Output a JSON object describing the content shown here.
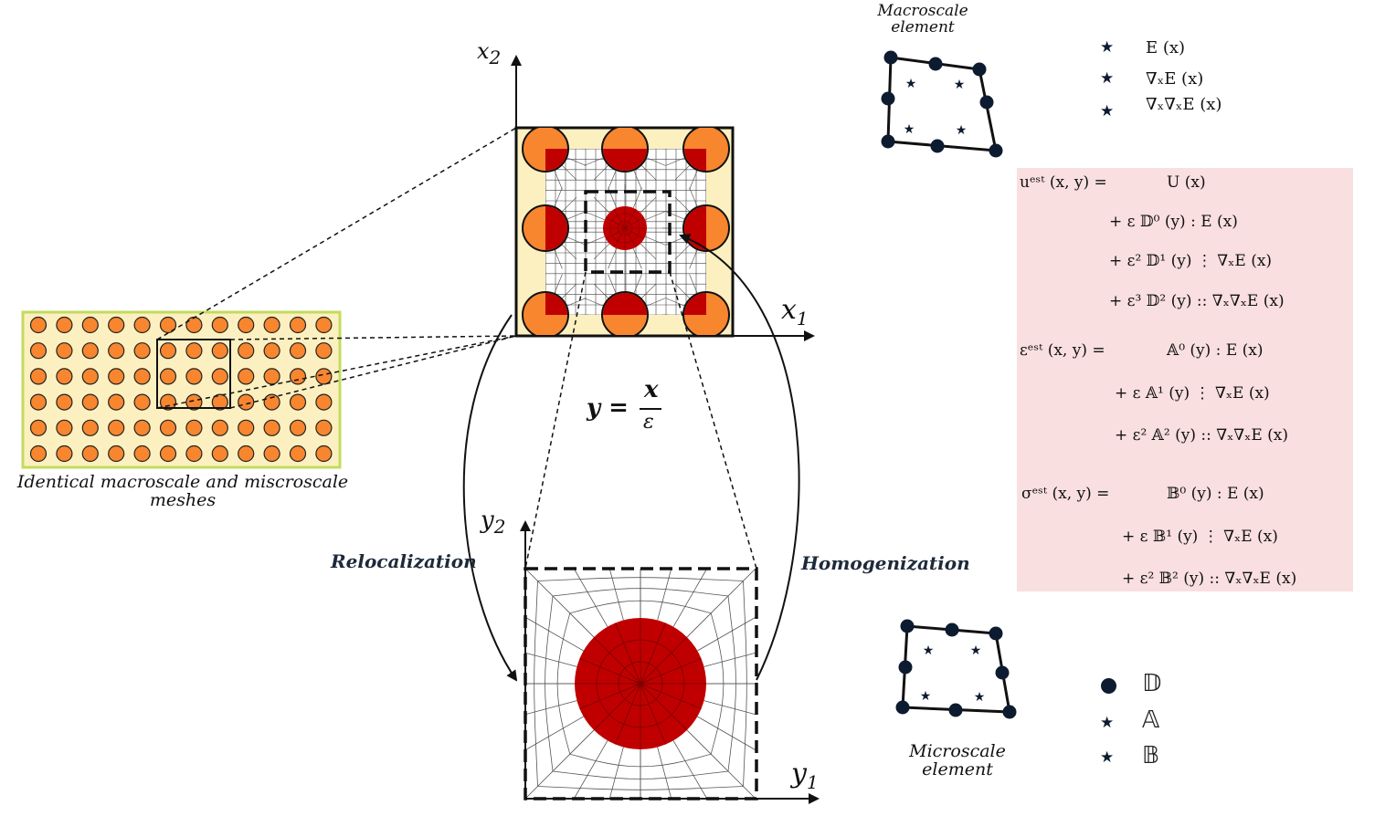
{
  "labels": {
    "left_caption_line1": "Identical macroscale and miscroscale",
    "left_caption_line2": "meshes",
    "macro_element_line1": "Macroscale",
    "macro_element_line2": "element",
    "micro_element_line1": "Microscale",
    "micro_element_line2": "element",
    "relocalization": "Relocalization",
    "homogenization": "Homogenization",
    "axis_x1": "x",
    "axis_x1_sub": "1",
    "axis_x2": "x",
    "axis_x2_sub": "2",
    "axis_y1": "y",
    "axis_y1_sub": "1",
    "axis_y2": "y",
    "axis_y2_sub": "2",
    "scale_relation_lhs": "y =",
    "scale_relation_num": "x",
    "scale_relation_den": "ε"
  },
  "macro_legend": [
    "E (x)",
    "∇ₓE (x)",
    "∇ₓ∇ₓE (x)"
  ],
  "micro_legend": [
    "𝔻",
    "𝔸",
    "𝔹"
  ],
  "equations": {
    "u_lhs": "uᵉˢᵗ (x, y)  =",
    "u_1": "U (x)",
    "u_2": "+ ε 𝔻⁰ (y) : E (x)",
    "u_3": "+ ε² 𝔻¹ (y) ⋮ ∇ₓE (x)",
    "u_4": "+ ε³ 𝔻² (y) :: ∇ₓ∇ₓE (x)",
    "eps_lhs": "εᵉˢᵗ (x, y)  =",
    "eps_1": "𝔸⁰ (y) : E (x)",
    "eps_2": "+ ε 𝔸¹ (y) ⋮ ∇ₓE (x)",
    "eps_3": "+ ε² 𝔸² (y) :: ∇ₓ∇ₓE (x)",
    "sig_lhs": "σᵉˢᵗ (x, y)  =",
    "sig_1": "𝔹⁰ (y) : E (x)",
    "sig_2": "+ ε 𝔹¹ (y) ⋮ ∇ₓE (x)",
    "sig_3": "+ ε² 𝔹² (y) :: ∇ₓ∇ₓE (x)"
  },
  "colors": {
    "inclusion_orange": "#f7862f",
    "inclusion_red": "#c00000",
    "matrix_cream": "#fcf0c0",
    "equation_bg": "#f9dfdf",
    "plate_border": "#c2db5e",
    "node_dark": "#0d1b30"
  }
}
